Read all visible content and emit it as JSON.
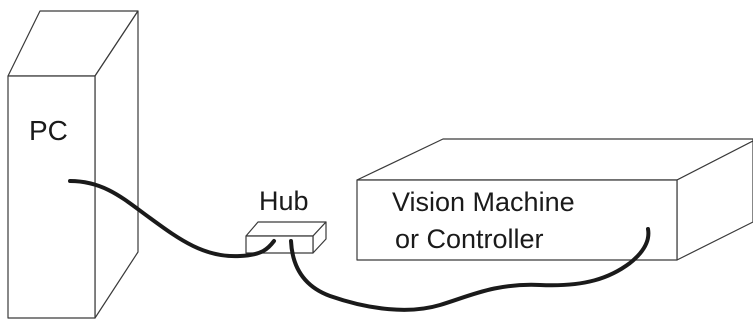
{
  "labels": {
    "pc": "PC",
    "hub": "Hub",
    "machine_line1": "Vision Machine",
    "machine_line2": "or Controller"
  },
  "colors": {
    "outline": "#3a3a3a",
    "cable": "#1a1a1a",
    "text": "#1a1a1a",
    "background": "#ffffff"
  }
}
